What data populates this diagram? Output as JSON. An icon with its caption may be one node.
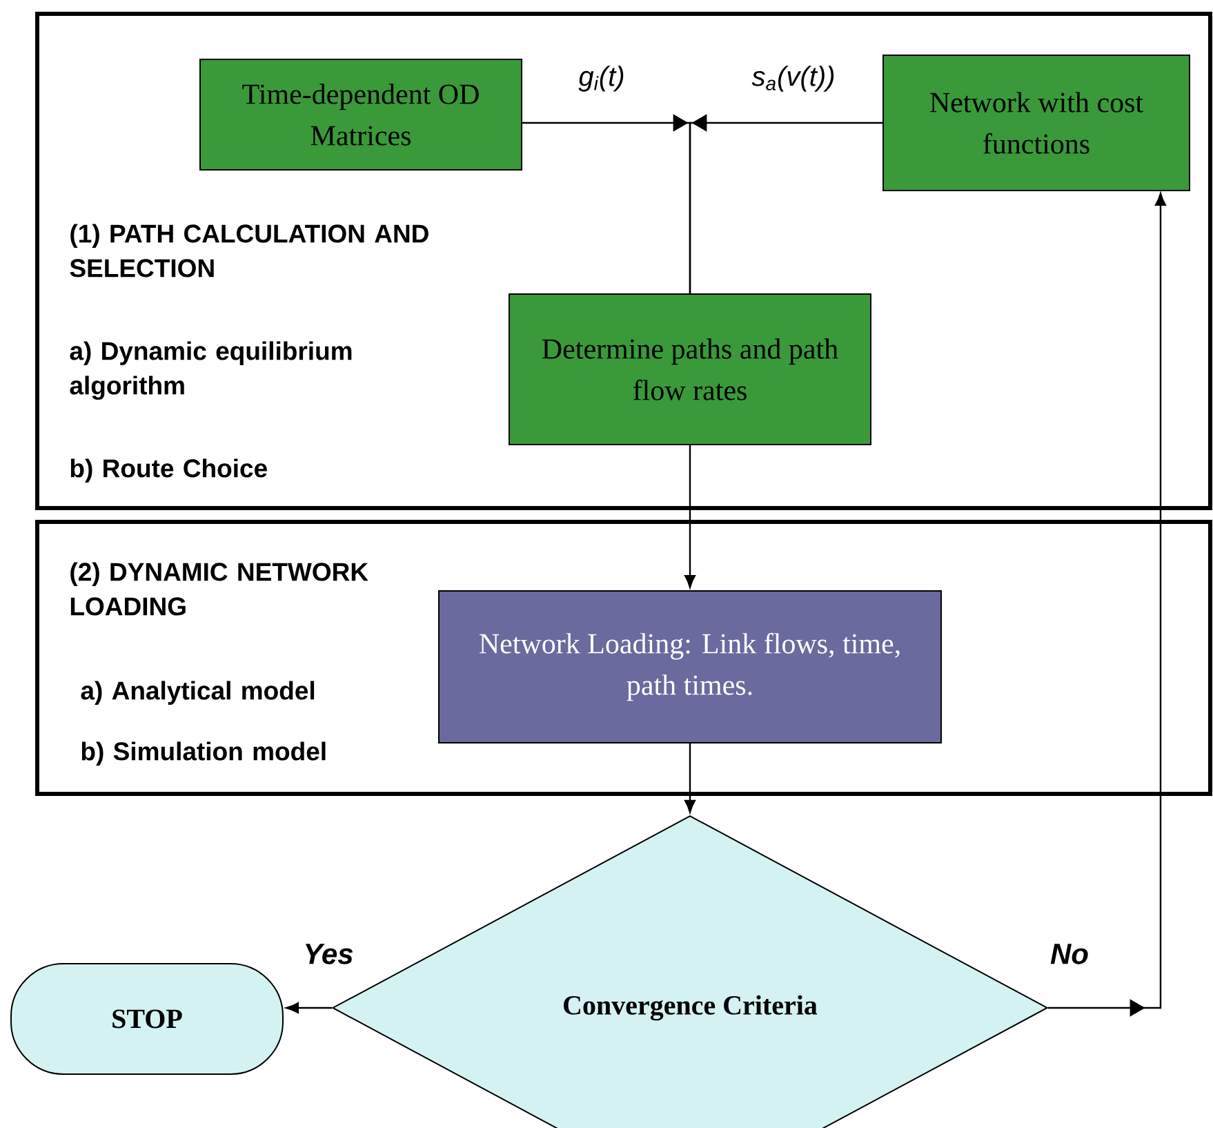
{
  "diagram": {
    "nodes": [
      {
        "text": [
          "(1) PATH CALCULATION AND SELECTION",
          "a) Dynamic equilibrium algorithm",
          "b) Route Choice"
        ]
      },
      {
        "text": [
          "Time-dependent OD Matrices"
        ],
        "in": 0
      },
      {
        "text": [
          "Network with cost functions"
        ],
        "in": 0
      },
      {
        "text": [
          "Determine paths and path flow rates"
        ],
        "in": 0
      },
      {
        "text": [
          "(2) DYNAMIC NETWORK LOADING",
          "a) Analytical model",
          "b) Simulation model"
        ]
      },
      {
        "text": [
          "Network Loading: Link flows, time, path times."
        ],
        "in": 4
      },
      {
        "text": [
          "Convergence Criteria"
        ]
      },
      {
        "text": [
          "STOP"
        ]
      }
    ],
    "edges": [
      {
        "from": 1,
        "to": 3,
        "arrow": "to",
        "label": "g$_{i}$(t)"
      },
      {
        "from": 2,
        "to": 3,
        "arrow": "to",
        "label": "s$_{a}$(v(t))"
      },
      {
        "from": 3,
        "to": 5,
        "arrow": "to"
      },
      {
        "from": 5,
        "to": 6,
        "arrow": "to"
      },
      {
        "from": 6,
        "to": 7,
        "arrow": "to",
        "label": "Yes"
      },
      {
        "from": 6,
        "to": 2,
        "arrow": "to",
        "label": "No"
      }
    ]
  }
}
